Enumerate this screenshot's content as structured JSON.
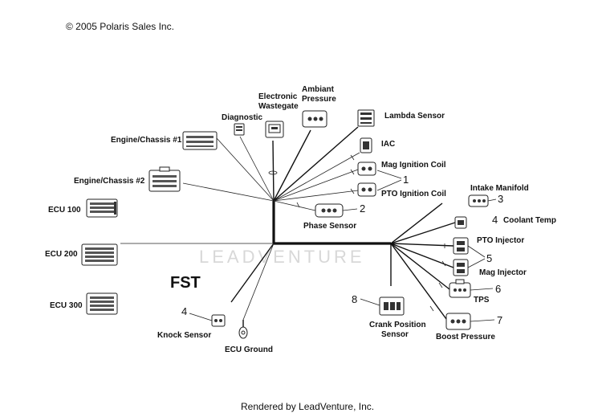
{
  "copyright": "© 2005 Polaris Sales Inc.",
  "footer": "Rendered by LeadVenture, Inc.",
  "watermark": "LEADVENTURE",
  "system_label": "FST",
  "components": {
    "engine_chassis_1": "Engine/Chassis #1",
    "engine_chassis_2": "Engine/Chassis #2",
    "ecu_100": "ECU 100",
    "ecu_200": "ECU 200",
    "ecu_300": "ECU 300",
    "diagnostic": "Diagnostic",
    "electronic_wastegate_1": "Electronic",
    "electronic_wastegate_2": "Wastegate",
    "ambiant_pressure_1": "Ambiant",
    "ambiant_pressure_2": "Pressure",
    "lambda_sensor": "Lambda Sensor",
    "iac": "IAC",
    "mag_ignition_coil": "Mag Ignition Coil",
    "pto_ignition_coil": "PTO Ignition Coil",
    "phase_sensor": "Phase Sensor",
    "intake_manifold": "Intake Manifold",
    "coolant_temp": "Coolant Temp",
    "pto_injector": "PTO Injector",
    "mag_injector": "Mag Injector",
    "tps": "TPS",
    "boost_pressure": "Boost Pressure",
    "crank_position_1": "Crank Position",
    "crank_position_2": "Sensor",
    "knock_sensor": "Knock Sensor",
    "ecu_ground": "ECU Ground"
  },
  "callouts": {
    "ignition_coils": "1",
    "phase_sensor": "2",
    "intake_manifold": "3",
    "coolant_temp": "4",
    "knock_sensor": "4",
    "injectors": "5",
    "tps": "6",
    "boost_pressure": "7",
    "crank_position": "8"
  },
  "colors": {
    "ink": "#111111",
    "watermark": "#d8d8d8",
    "background": "#ffffff"
  }
}
